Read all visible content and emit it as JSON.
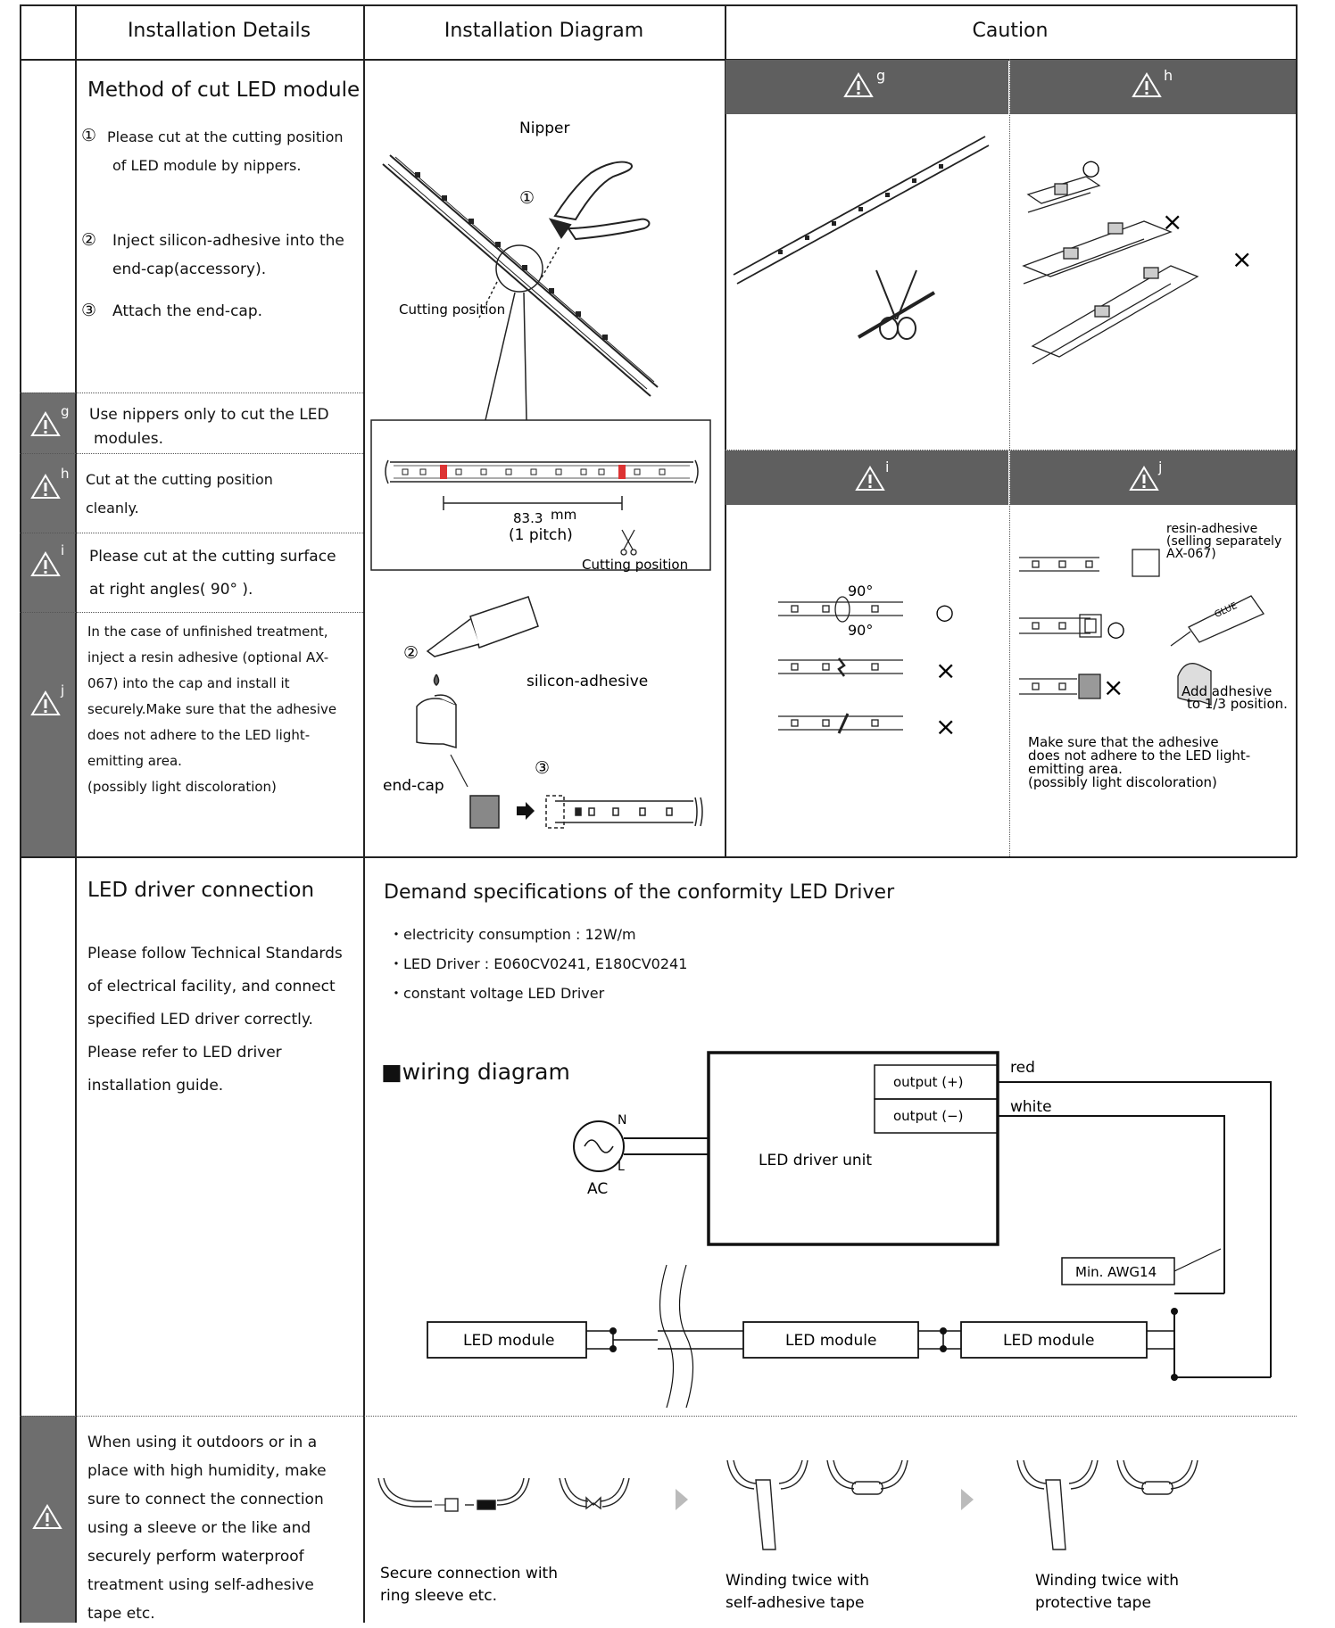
{
  "header": {
    "details": "Installation Details",
    "diagram": "Installation Diagram",
    "caution": "Caution"
  },
  "cut": {
    "title": "Method of cut LED module",
    "step1_num": "①",
    "step1_line1": "Please cut at the cutting position",
    "step1_line2": "of LED module by nippers.",
    "step2_num": "②",
    "step2_line1": "Inject silicon-adhesive into the",
    "step2_line2": "end-cap(accessory).",
    "step3_num": "③",
    "step3_text": "Attach the end-cap.",
    "diagram": {
      "nipper": "Nipper",
      "circle1": "①",
      "cutting_position": "Cutting position",
      "pitch_value": "83.3",
      "pitch_unit": "mm",
      "pitch_label": "(1 pitch)",
      "cutting_position2": "Cutting position",
      "circle2": "②",
      "silicon_adhesive": "silicon-adhesive",
      "end_cap": "end-cap",
      "circle3": "③"
    }
  },
  "cautions": {
    "g": {
      "mark": "g",
      "line1": "Use nippers only to cut the LED",
      "line2": "modules."
    },
    "h": {
      "mark": "h",
      "line1": "Cut at the cutting position",
      "line2": "cleanly."
    },
    "i": {
      "mark": "i",
      "line1": "Please cut at the cutting surface",
      "line2": "at right angles( 90° )."
    },
    "j": {
      "mark": "j",
      "lines": [
        "In the case of unfinished treatment,",
        "inject a resin adhesive (optional AX-",
        "067) into the cap and install it",
        "securely.Make sure that the adhesive",
        "does not adhere to the LED light-",
        "emitting area.",
        "(possibly light discoloration)"
      ]
    }
  },
  "caution_panel": {
    "g_mark": "g",
    "h_mark": "h",
    "i_mark": "i",
    "j_mark": "j",
    "ok": "○",
    "ng": "×",
    "angle1": "90°",
    "angle2": "90°",
    "resin_l1": "resin-adhesive",
    "resin_l2": "(selling separately",
    "resin_l3": "AX-067)",
    "glue": "GLUE",
    "add_l1": "Add adhesive",
    "add_l2": "to 1/3 position.",
    "note_l1": "Make sure that the adhesive",
    "note_l2": "does not adhere to the LED light-",
    "note_l3": "emitting area.",
    "note_l4": "(possibly light discoloration)"
  },
  "driver": {
    "title": "LED driver connection",
    "lines": [
      "Please follow Technical Standards",
      "of electrical facility, and connect",
      "specified LED driver correctly.",
      "Please refer to LED driver",
      "installation guide."
    ],
    "spec_title": "Demand specifications of the conformity LED Driver",
    "specs": [
      "・electricity consumption : 12W/m",
      "・LED Driver : E060CV0241, E180CV0241",
      "・constant voltage LED Driver"
    ],
    "wiring_title": "■wiring diagram",
    "wiring": {
      "red": "red",
      "white": "white",
      "out_plus": "output (+)",
      "out_minus": "output (−)",
      "N": "N",
      "L": "L",
      "AC": "AC",
      "unit": "LED driver unit",
      "awg": "Min. AWG14",
      "module1": "LED module",
      "module2": "LED module",
      "module3": "LED module"
    }
  },
  "outdoor": {
    "lines": [
      "When using it outdoors or in a",
      "place with high humidity, make",
      "sure to connect the connection",
      "using a sleeve or the like and",
      "securely perform waterproof",
      "treatment using self-adhesive",
      "tape etc."
    ],
    "step1_l1": "Secure connection with",
    "step1_l2": "ring sleeve etc.",
    "step2_l1": "Winding twice with",
    "step2_l2": "self-adhesive tape",
    "step3_l1": "Winding twice with",
    "step3_l2": "protective tape"
  }
}
